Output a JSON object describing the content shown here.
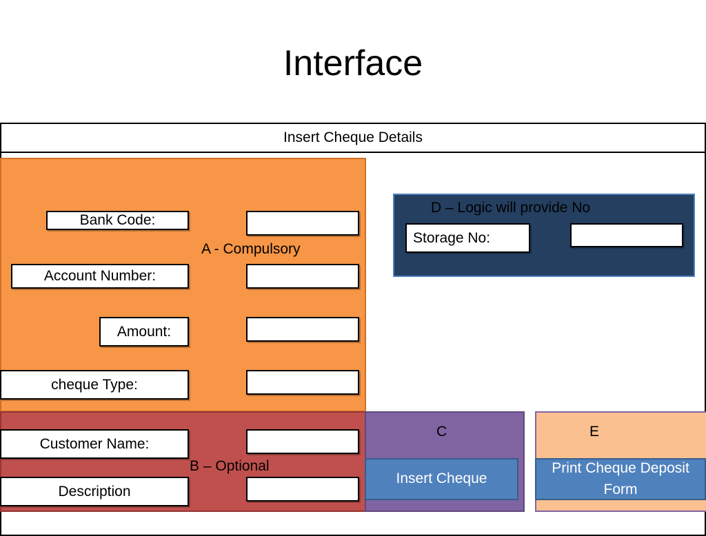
{
  "page": {
    "title": "Interface"
  },
  "header": {
    "label": "Insert Cheque Details"
  },
  "section_a": {
    "label": "A - Compulsory",
    "bank_code_label": "Bank Code:",
    "account_number_label": "Account Number:",
    "amount_label": "Amount:",
    "cheque_type_label": "cheque Type:"
  },
  "section_b": {
    "label": "B – Optional",
    "customer_name_label": "Customer Name:",
    "description_label": "Description"
  },
  "section_c": {
    "label": "C",
    "insert_button_label": "Insert Cheque"
  },
  "section_d": {
    "label": "D – Logic will provide No",
    "storage_no_label": "Storage No:"
  },
  "section_e": {
    "label": "E",
    "print_button_label": "Print Cheque Deposit Form"
  },
  "colors": {
    "section_a": "#f79646",
    "section_b": "#c0504d",
    "section_c": "#8064a2",
    "section_d": "#243f60",
    "section_e": "#fac090",
    "button": "#4f81bd"
  }
}
